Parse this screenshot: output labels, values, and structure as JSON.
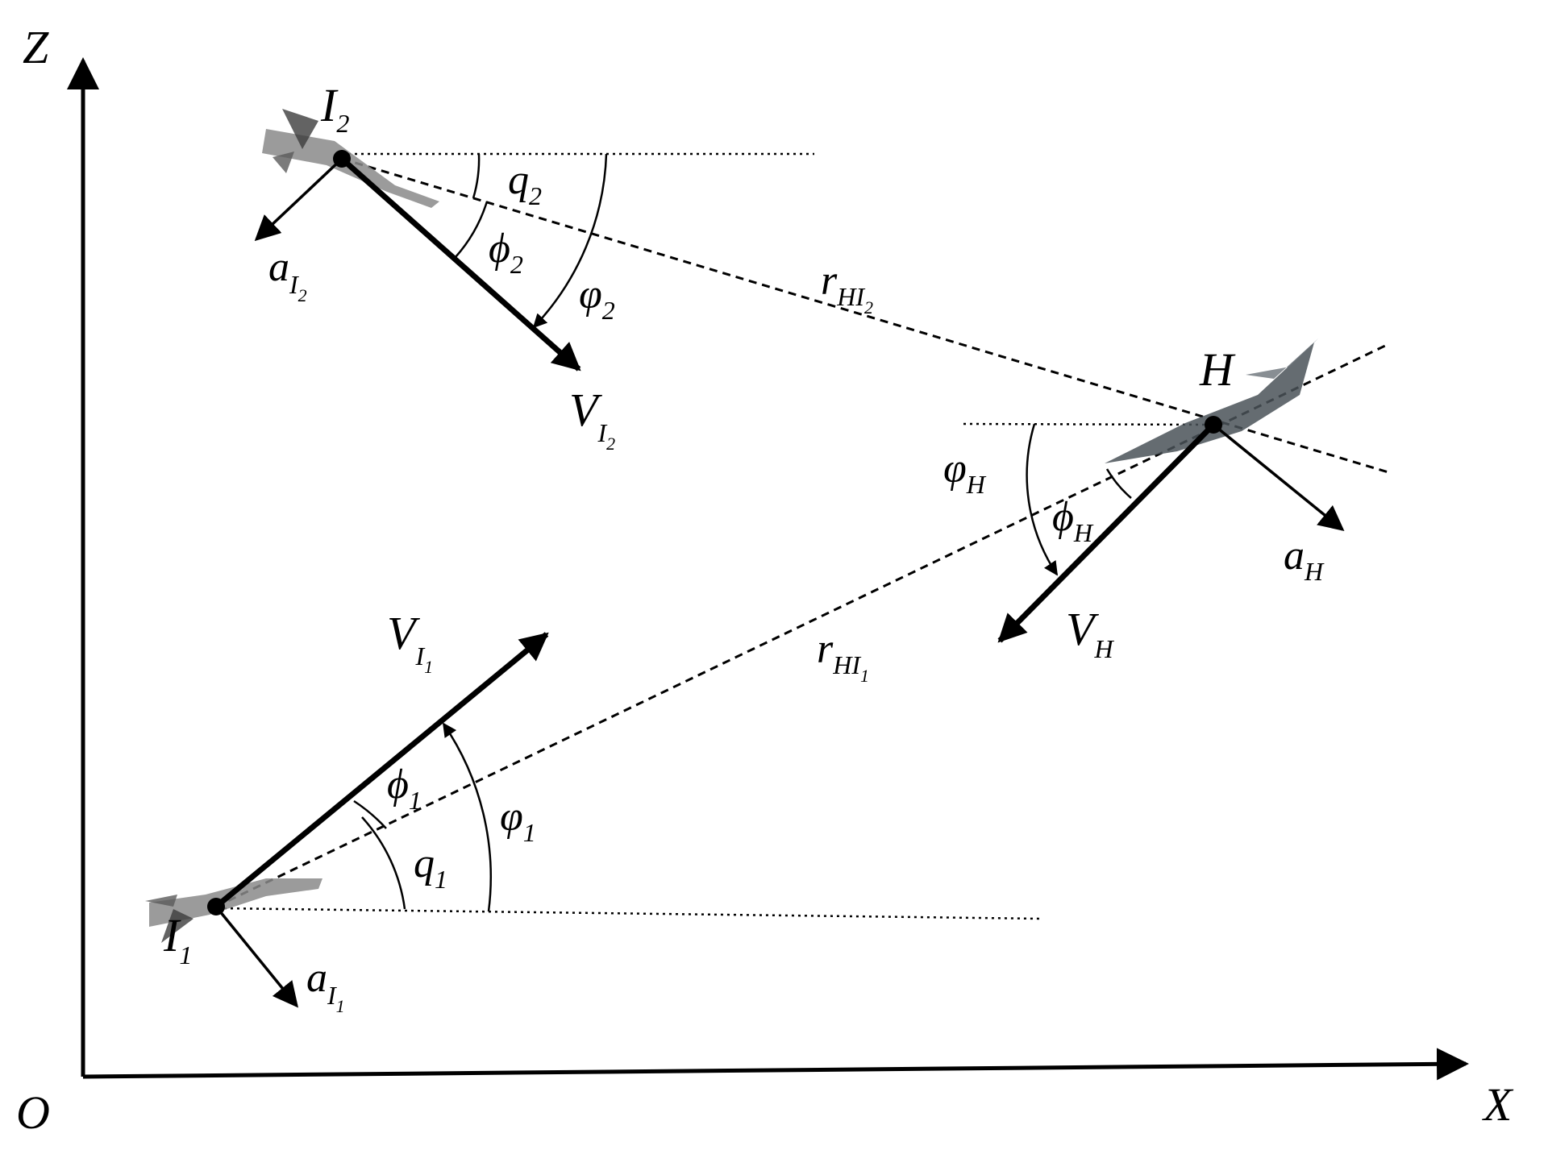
{
  "axes": {
    "origin": "O",
    "x": "X",
    "z": "Z"
  },
  "interceptor_1": {
    "name": "I",
    "index": "1",
    "velocity_base": "V",
    "accel_base": "a",
    "sub_I": "I",
    "sub_index": "1"
  },
  "interceptor_2": {
    "name": "I",
    "index": "2",
    "velocity_base": "V",
    "accel_base": "a",
    "sub_I": "I",
    "sub_index": "2"
  },
  "target": {
    "name": "H",
    "velocity_base": "V",
    "velocity_sub": "H",
    "accel_base": "a",
    "accel_sub": "H"
  },
  "ranges": {
    "r1": {
      "base": "r",
      "sub": "HI",
      "index": "1"
    },
    "r2": {
      "base": "r",
      "sub": "HI",
      "index": "2"
    }
  },
  "angles": {
    "q1": {
      "base": "q",
      "sub": "1"
    },
    "q2": {
      "base": "q",
      "sub": "2"
    },
    "lead1": {
      "base": "φ",
      "sub": "1"
    },
    "lead2": {
      "base": "φ",
      "sub": "2"
    },
    "path1": {
      "base": "ϕ",
      "sub": "1"
    },
    "path2": {
      "base": "ϕ",
      "sub": "2"
    },
    "leadH": {
      "base": "φ",
      "sub": "H"
    },
    "pathH": {
      "base": "ϕ",
      "sub": "H"
    }
  },
  "colors": {
    "ink": "#000000",
    "vehicle_body": "#8a8a8a",
    "vehicle_dark": "#3c3c3c",
    "background": "#ffffff"
  }
}
